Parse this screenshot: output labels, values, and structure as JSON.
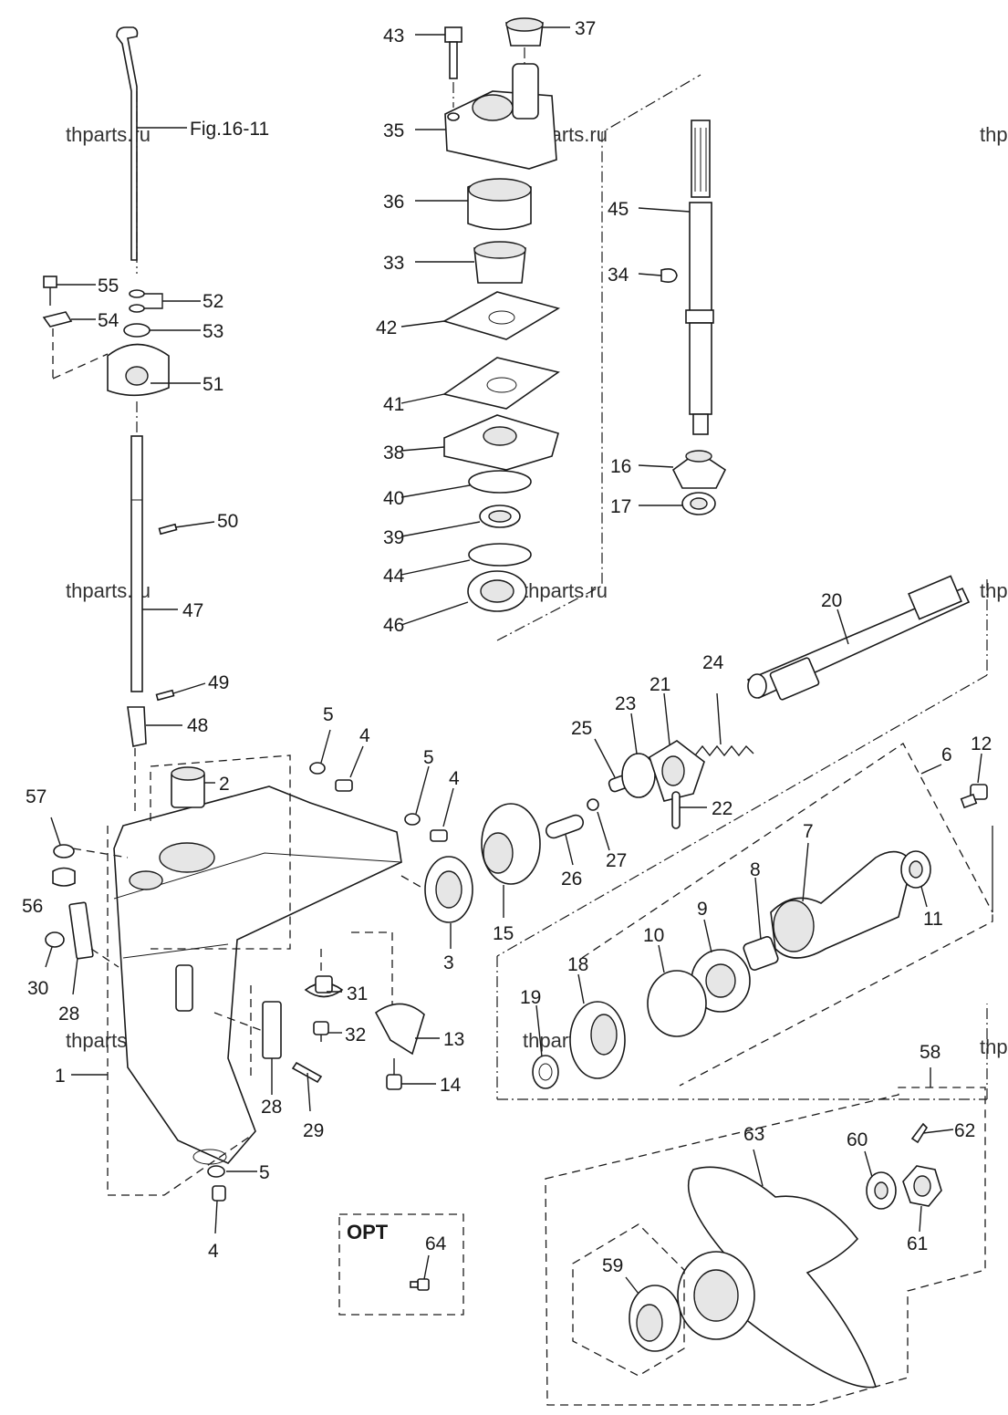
{
  "watermark": "thparts.ru",
  "opt_label": "OPT",
  "figure_ref": "Fig.16-11",
  "callouts": [
    "1",
    "2",
    "3",
    "4",
    "5",
    "6",
    "7",
    "8",
    "9",
    "10",
    "11",
    "12",
    "13",
    "14",
    "15",
    "16",
    "17",
    "18",
    "19",
    "20",
    "21",
    "22",
    "23",
    "24",
    "25",
    "26",
    "27",
    "28",
    "29",
    "30",
    "31",
    "32",
    "33",
    "34",
    "35",
    "36",
    "37",
    "38",
    "39",
    "40",
    "41",
    "42",
    "43",
    "44",
    "45",
    "46",
    "47",
    "48",
    "49",
    "50",
    "51",
    "52",
    "53",
    "54",
    "55",
    "56",
    "57",
    "58",
    "59",
    "60",
    "61",
    "62",
    "63",
    "64"
  ]
}
